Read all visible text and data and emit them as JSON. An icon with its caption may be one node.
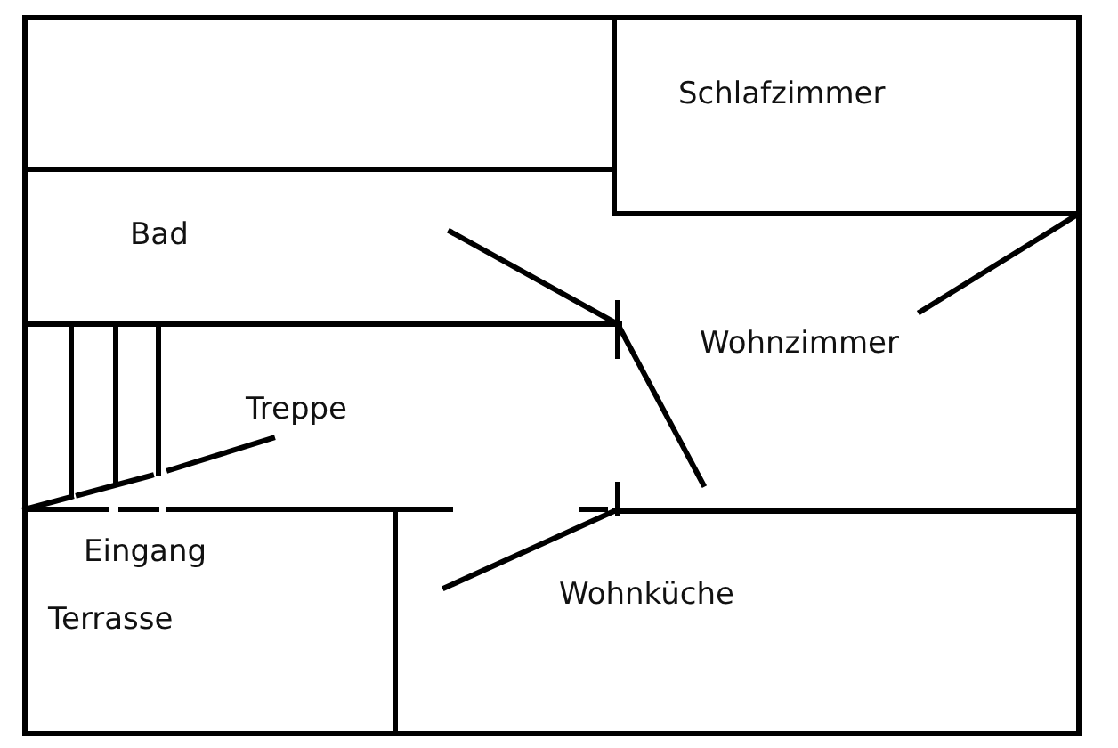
{
  "diagram": {
    "labels": [
      "Schlafzimmer",
      "Bad",
      "Wohnzimmer",
      "Treppe",
      "Eingang",
      "Terrasse",
      "Wohnküche"
    ]
  }
}
